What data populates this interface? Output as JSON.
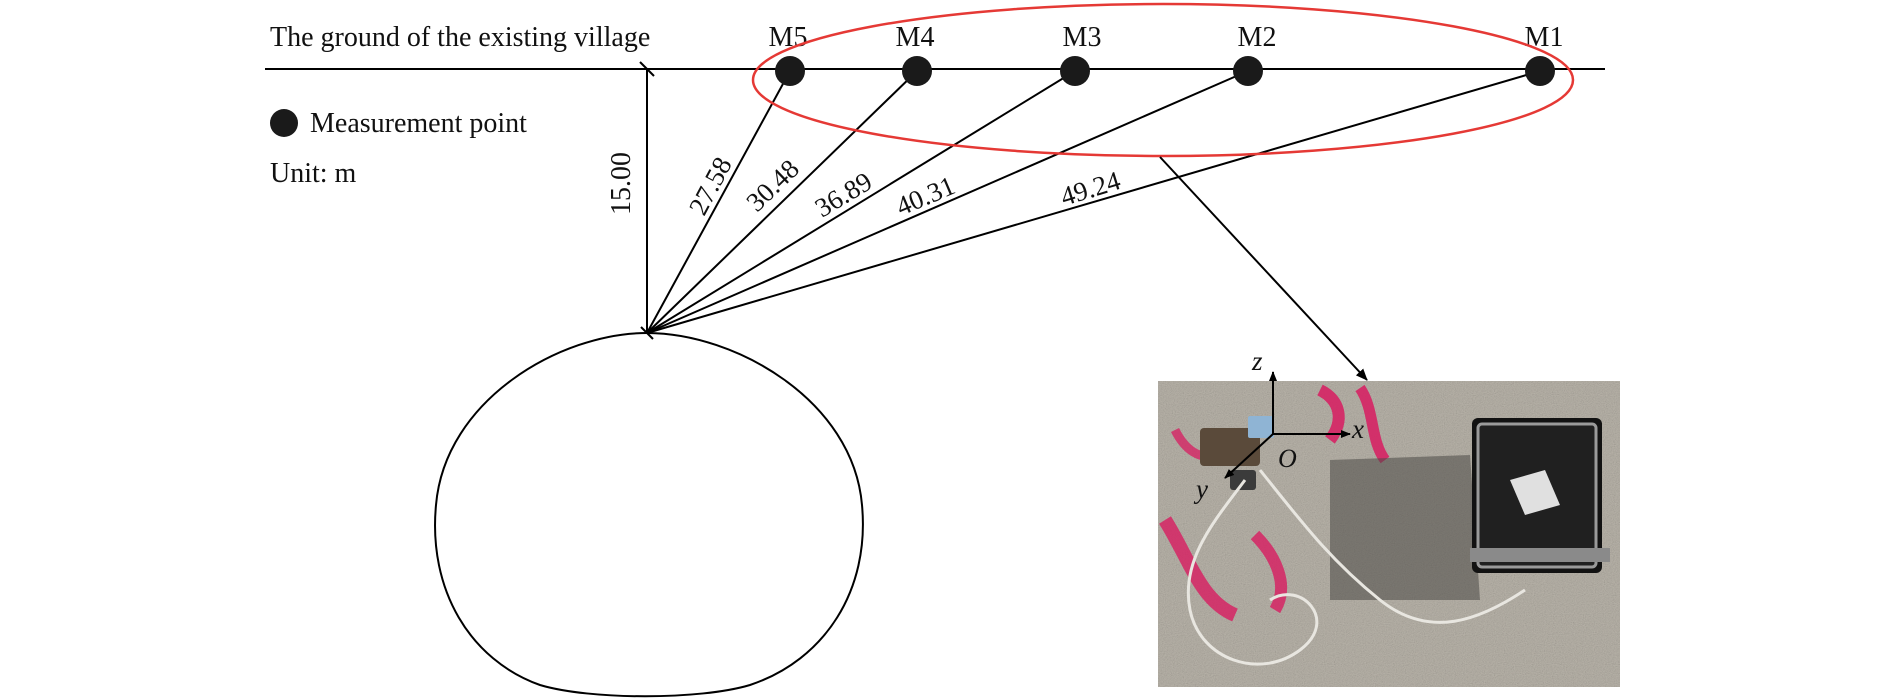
{
  "ground_label": "The ground of the existing village",
  "legend_label": "Measurement point",
  "unit_label": "Unit: m",
  "depth_label": "15.00",
  "points": [
    {
      "name": "M5",
      "distance": "27.58"
    },
    {
      "name": "M4",
      "distance": "30.48"
    },
    {
      "name": "M3",
      "distance": "36.89"
    },
    {
      "name": "M2",
      "distance": "40.31"
    },
    {
      "name": "M1",
      "distance": "49.24"
    }
  ],
  "photo_axes": {
    "z": "z",
    "x": "x",
    "y": "y",
    "origin": "O"
  },
  "colors": {
    "line": "#000000",
    "ellipse": "#e53935",
    "point": "#1a1a1a",
    "marking": "#d81b60",
    "ground_photo": "#b9b4aa"
  }
}
